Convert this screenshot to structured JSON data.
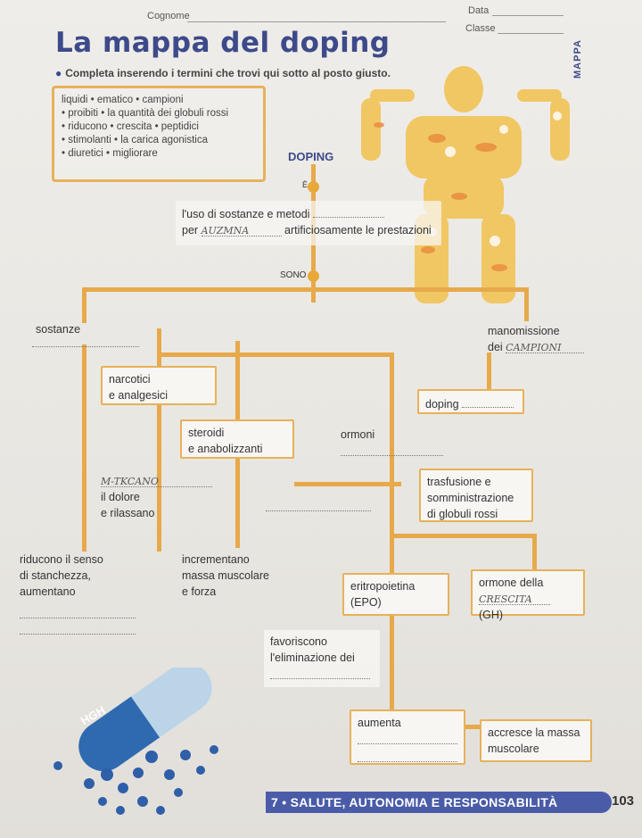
{
  "header": {
    "cognome": "Cognome",
    "data": "Data",
    "classe": "Classe"
  },
  "title": "La mappa del doping",
  "side_label": "MAPPA",
  "instruction": "Completa inserendo i termini che trovi qui sotto al posto giusto.",
  "word_bank": [
    "liquidi • ematico • campioni",
    "• proibiti • la quantità dei globuli rossi",
    "• riducono • crescita • peptidici",
    "• stimolanti • la carica agonistica",
    "• diuretici • migliorare"
  ],
  "center": {
    "doping": "DOPING",
    "e": "È",
    "uso_line1": "l'uso di sostanze e metodi",
    "uso_per": "per",
    "uso_handwritten": "AUZMNA",
    "uso_line2_end": "artificiosamente le prestazioni",
    "sono": "SONO"
  },
  "left_branch": {
    "sostanze": "sostanze",
    "narcotici": [
      "narcotici",
      "e analgesici"
    ],
    "steroidi": [
      "steroidi",
      "e anabolizzanti"
    ],
    "calmano_hand": "M-TKCANO",
    "il_dolore": [
      "il dolore",
      "e rilassano"
    ],
    "riducono": [
      "riducono il senso",
      "di stanchezza,",
      "aumentano"
    ],
    "incrementano": [
      "incrementano",
      "massa muscolare",
      "e forza"
    ]
  },
  "right_branch": {
    "manomissione": "manomissione",
    "dei": "dei",
    "dei_hand": "CAMPIONI",
    "doping": "doping",
    "ormoni": "ormoni",
    "trasfusione": [
      "trasfusione e",
      "somministrazione",
      "di globuli rossi"
    ],
    "eritropoietina": [
      "eritropoietina",
      "(EPO)"
    ],
    "ormone_della": "ormone della",
    "ormone_hand": "CRESCITA",
    "gh": "(GH)",
    "favoriscono": [
      "favoriscono",
      "l'eliminazione dei"
    ],
    "aumenta": "aumenta",
    "accresce": [
      "accresce la massa",
      "muscolare"
    ]
  },
  "illustration_label": "HGH",
  "footer": {
    "chapter": "7 • SALUTE, AUTONOMIA E RESPONSABILITÀ",
    "page": "103"
  },
  "colors": {
    "accent_blue": "#3d4a8a",
    "connector_orange": "#e7a94a",
    "footer_band": "#4a5ca8"
  }
}
